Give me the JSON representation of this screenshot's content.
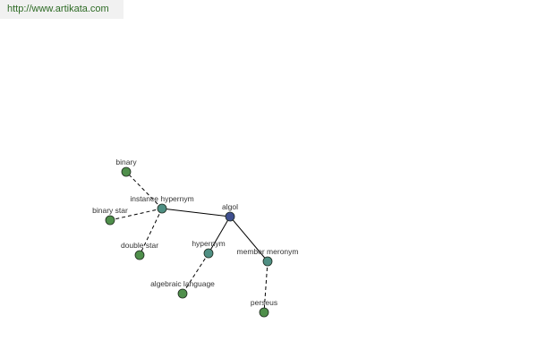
{
  "site": {
    "url_text": "http://www.artikata.com"
  },
  "colors": {
    "center_node": "#3f4f8f",
    "relation_node": "#4f8f83",
    "leaf_node": "#4f8f4b",
    "edge": "#000000",
    "url_text": "#2d6a24"
  },
  "graph": {
    "nodes": [
      {
        "id": "algol",
        "label": "algol",
        "kind": "center"
      },
      {
        "id": "instance-hypernym",
        "label": "instance hypernym",
        "kind": "relation"
      },
      {
        "id": "hypernym",
        "label": "hypernym",
        "kind": "relation"
      },
      {
        "id": "member-meronym",
        "label": "member meronym",
        "kind": "relation"
      },
      {
        "id": "binary",
        "label": "binary",
        "kind": "leaf"
      },
      {
        "id": "binary-star",
        "label": "binary star",
        "kind": "leaf"
      },
      {
        "id": "double-star",
        "label": "double star",
        "kind": "leaf"
      },
      {
        "id": "algebraic-language",
        "label": "algebraic language",
        "kind": "leaf"
      },
      {
        "id": "perseus",
        "label": "perseus",
        "kind": "leaf"
      }
    ],
    "edges": [
      {
        "from": "algol",
        "to": "instance-hypernym",
        "style": "solid"
      },
      {
        "from": "algol",
        "to": "hypernym",
        "style": "solid"
      },
      {
        "from": "algol",
        "to": "member-meronym",
        "style": "solid"
      },
      {
        "from": "instance-hypernym",
        "to": "binary",
        "style": "dashed"
      },
      {
        "from": "instance-hypernym",
        "to": "binary-star",
        "style": "dashed"
      },
      {
        "from": "instance-hypernym",
        "to": "double-star",
        "style": "dashed"
      },
      {
        "from": "hypernym",
        "to": "algebraic-language",
        "style": "dashed"
      },
      {
        "from": "member-meronym",
        "to": "perseus",
        "style": "dashed"
      }
    ]
  }
}
